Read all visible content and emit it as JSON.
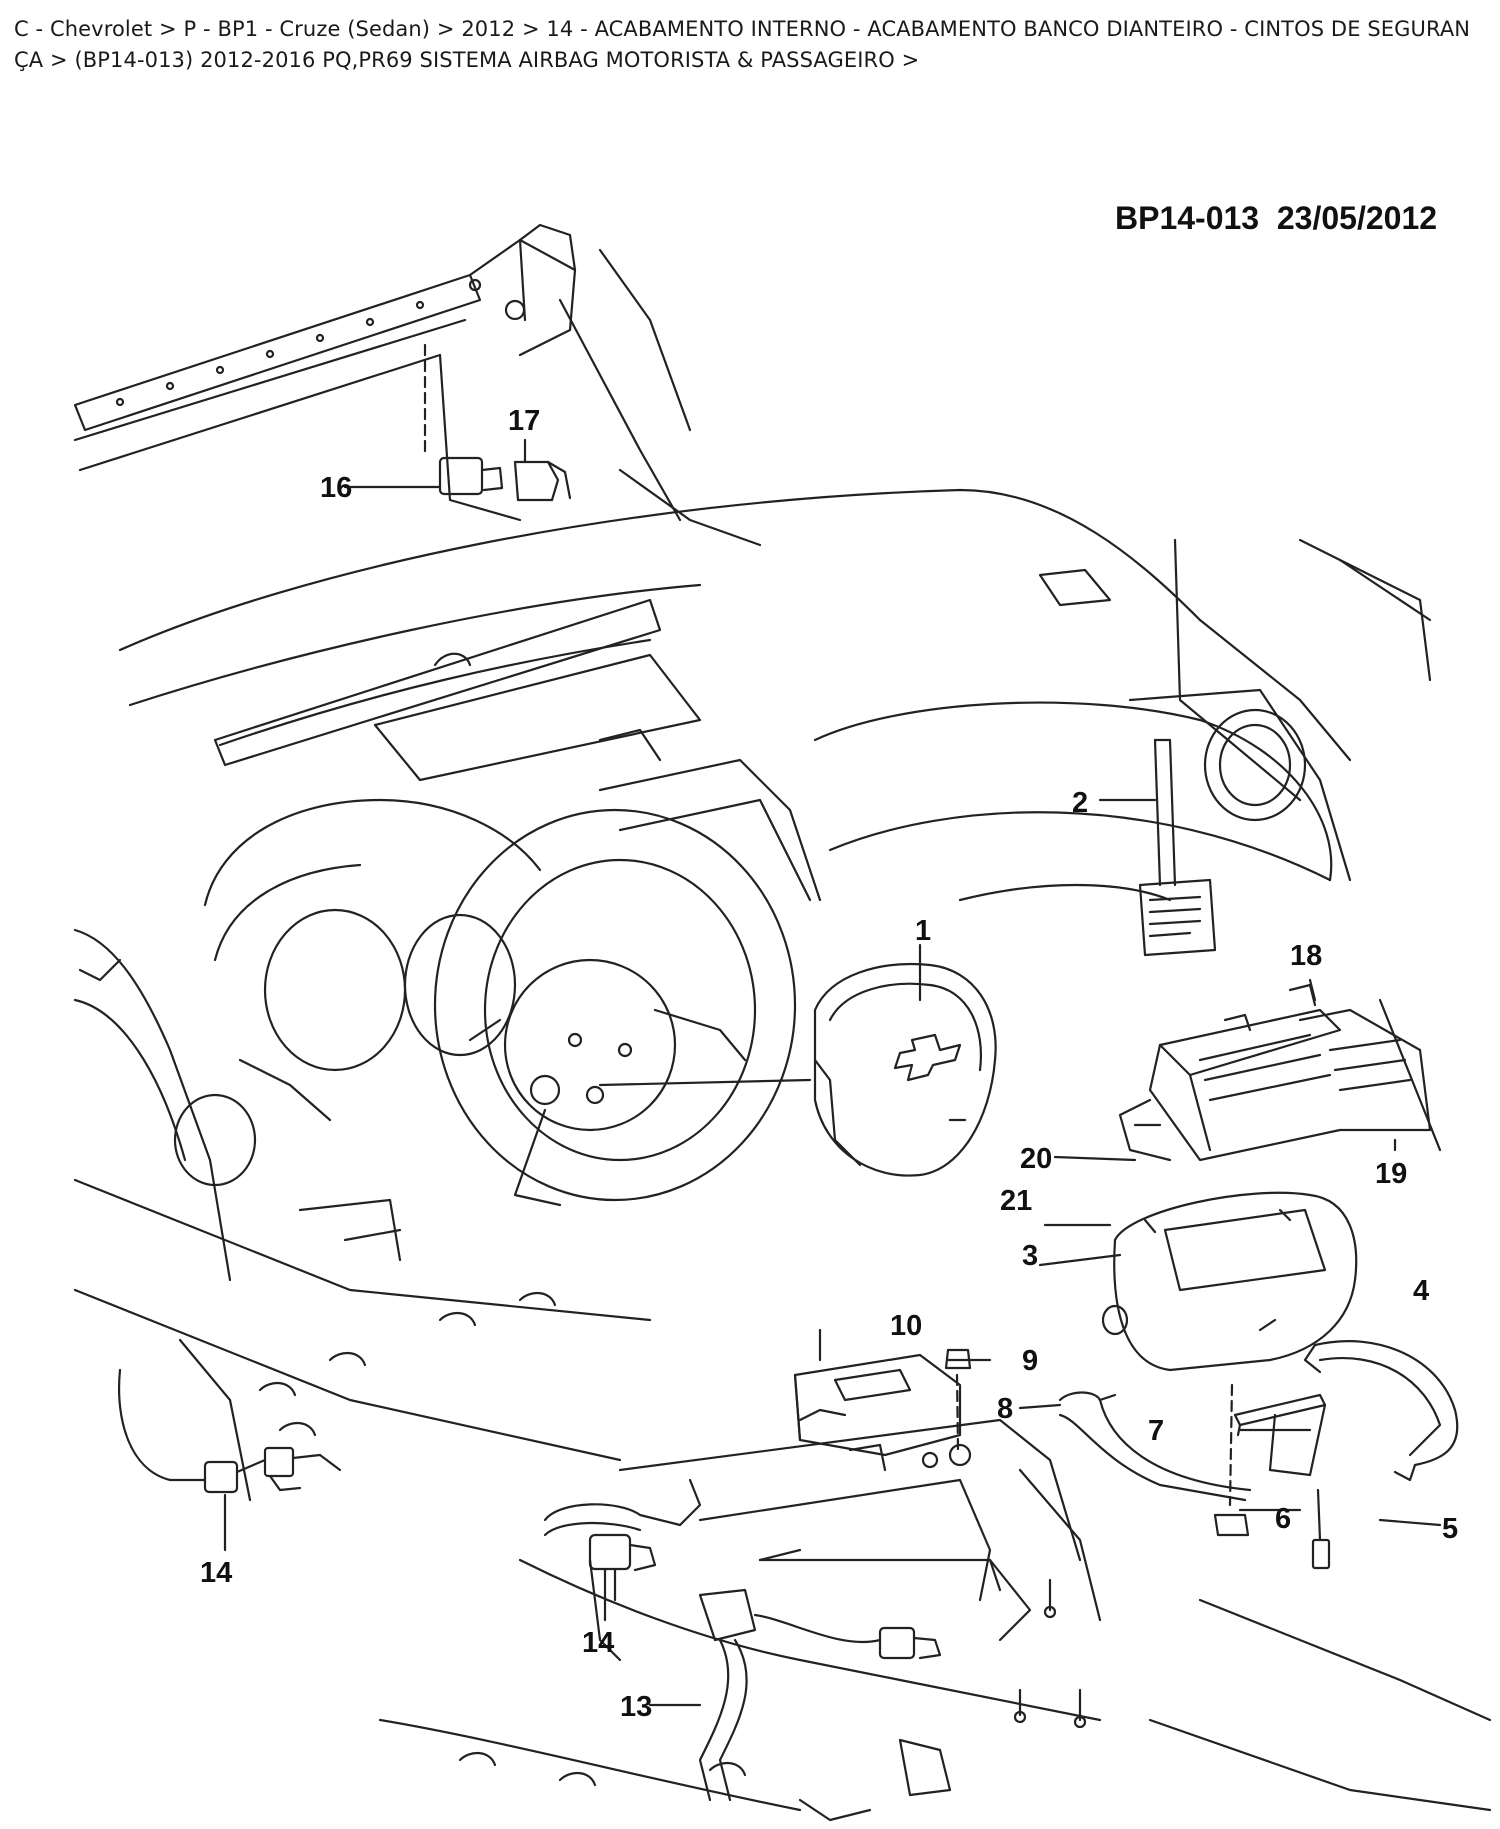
{
  "breadcrumb": {
    "text": "C - Chevrolet > P - BP1 - Cruze (Sedan) > 2012 > 14 - ACABAMENTO INTERNO - ACABAMENTO BANCO DIANTEIRO - CINTOS DE SEGURANÇA > (BP14-013)   2012-2016   PQ,PR69   SISTEMA AIRBAG MOTORISTA & PASSAGEIRO >"
  },
  "diagram": {
    "drawing_id": "BP14-013  23/05/2012",
    "callouts": {
      "c1": "1",
      "c2": "2",
      "c3": "3",
      "c4": "4",
      "c5": "5",
      "c6": "6",
      "c7": "7",
      "c8": "8",
      "c9": "9",
      "c10": "10",
      "c13": "13",
      "c14a": "14",
      "c14b": "14",
      "c16": "16",
      "c17": "17",
      "c18": "18",
      "c19": "19",
      "c20": "20",
      "c21": "21"
    }
  }
}
